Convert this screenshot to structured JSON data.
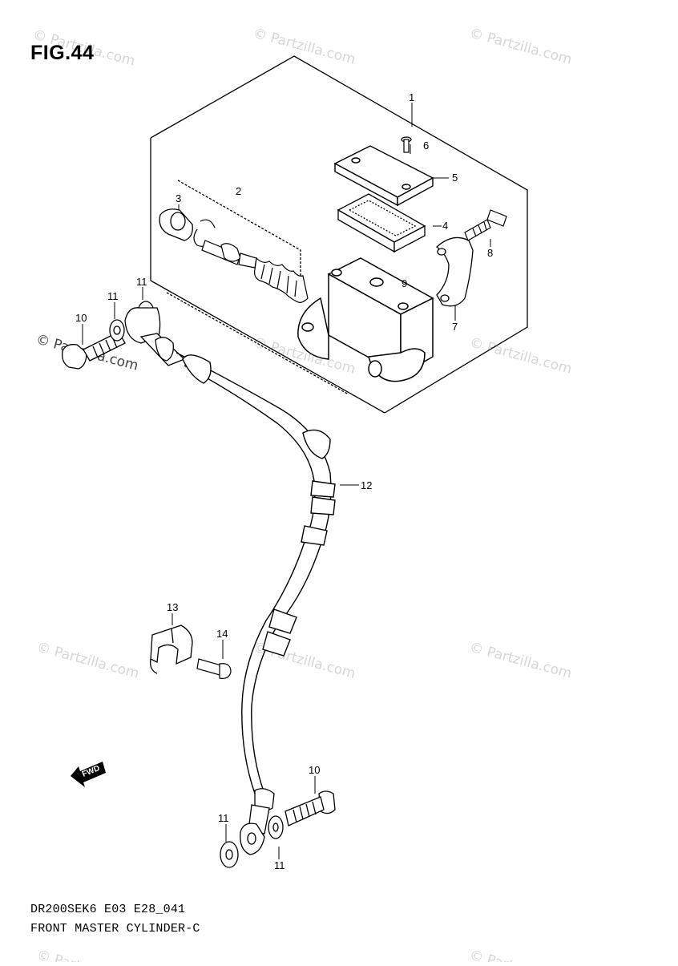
{
  "figure": {
    "title": "FIG.44",
    "model_code": "DR200SEK6 E03 E28_041",
    "assembly_name": "FRONT MASTER CYLINDER-C"
  },
  "callouts": {
    "c1": "1",
    "c2": "2",
    "c3": "3",
    "c4": "4",
    "c5": "5",
    "c6": "6",
    "c7": "7",
    "c8": "8",
    "c9": "9",
    "c10a": "10",
    "c10b": "10",
    "c11a": "11",
    "c11b": "11",
    "c11c": "11",
    "c11d": "11",
    "c12": "12",
    "c13": "13",
    "c14": "14"
  },
  "forward_arrow": {
    "label": "FWD",
    "icon": "forward-arrow-icon"
  },
  "watermark": {
    "text": "© Partzilla.com",
    "color": "#d6d6d6",
    "main_color": "#444444"
  }
}
